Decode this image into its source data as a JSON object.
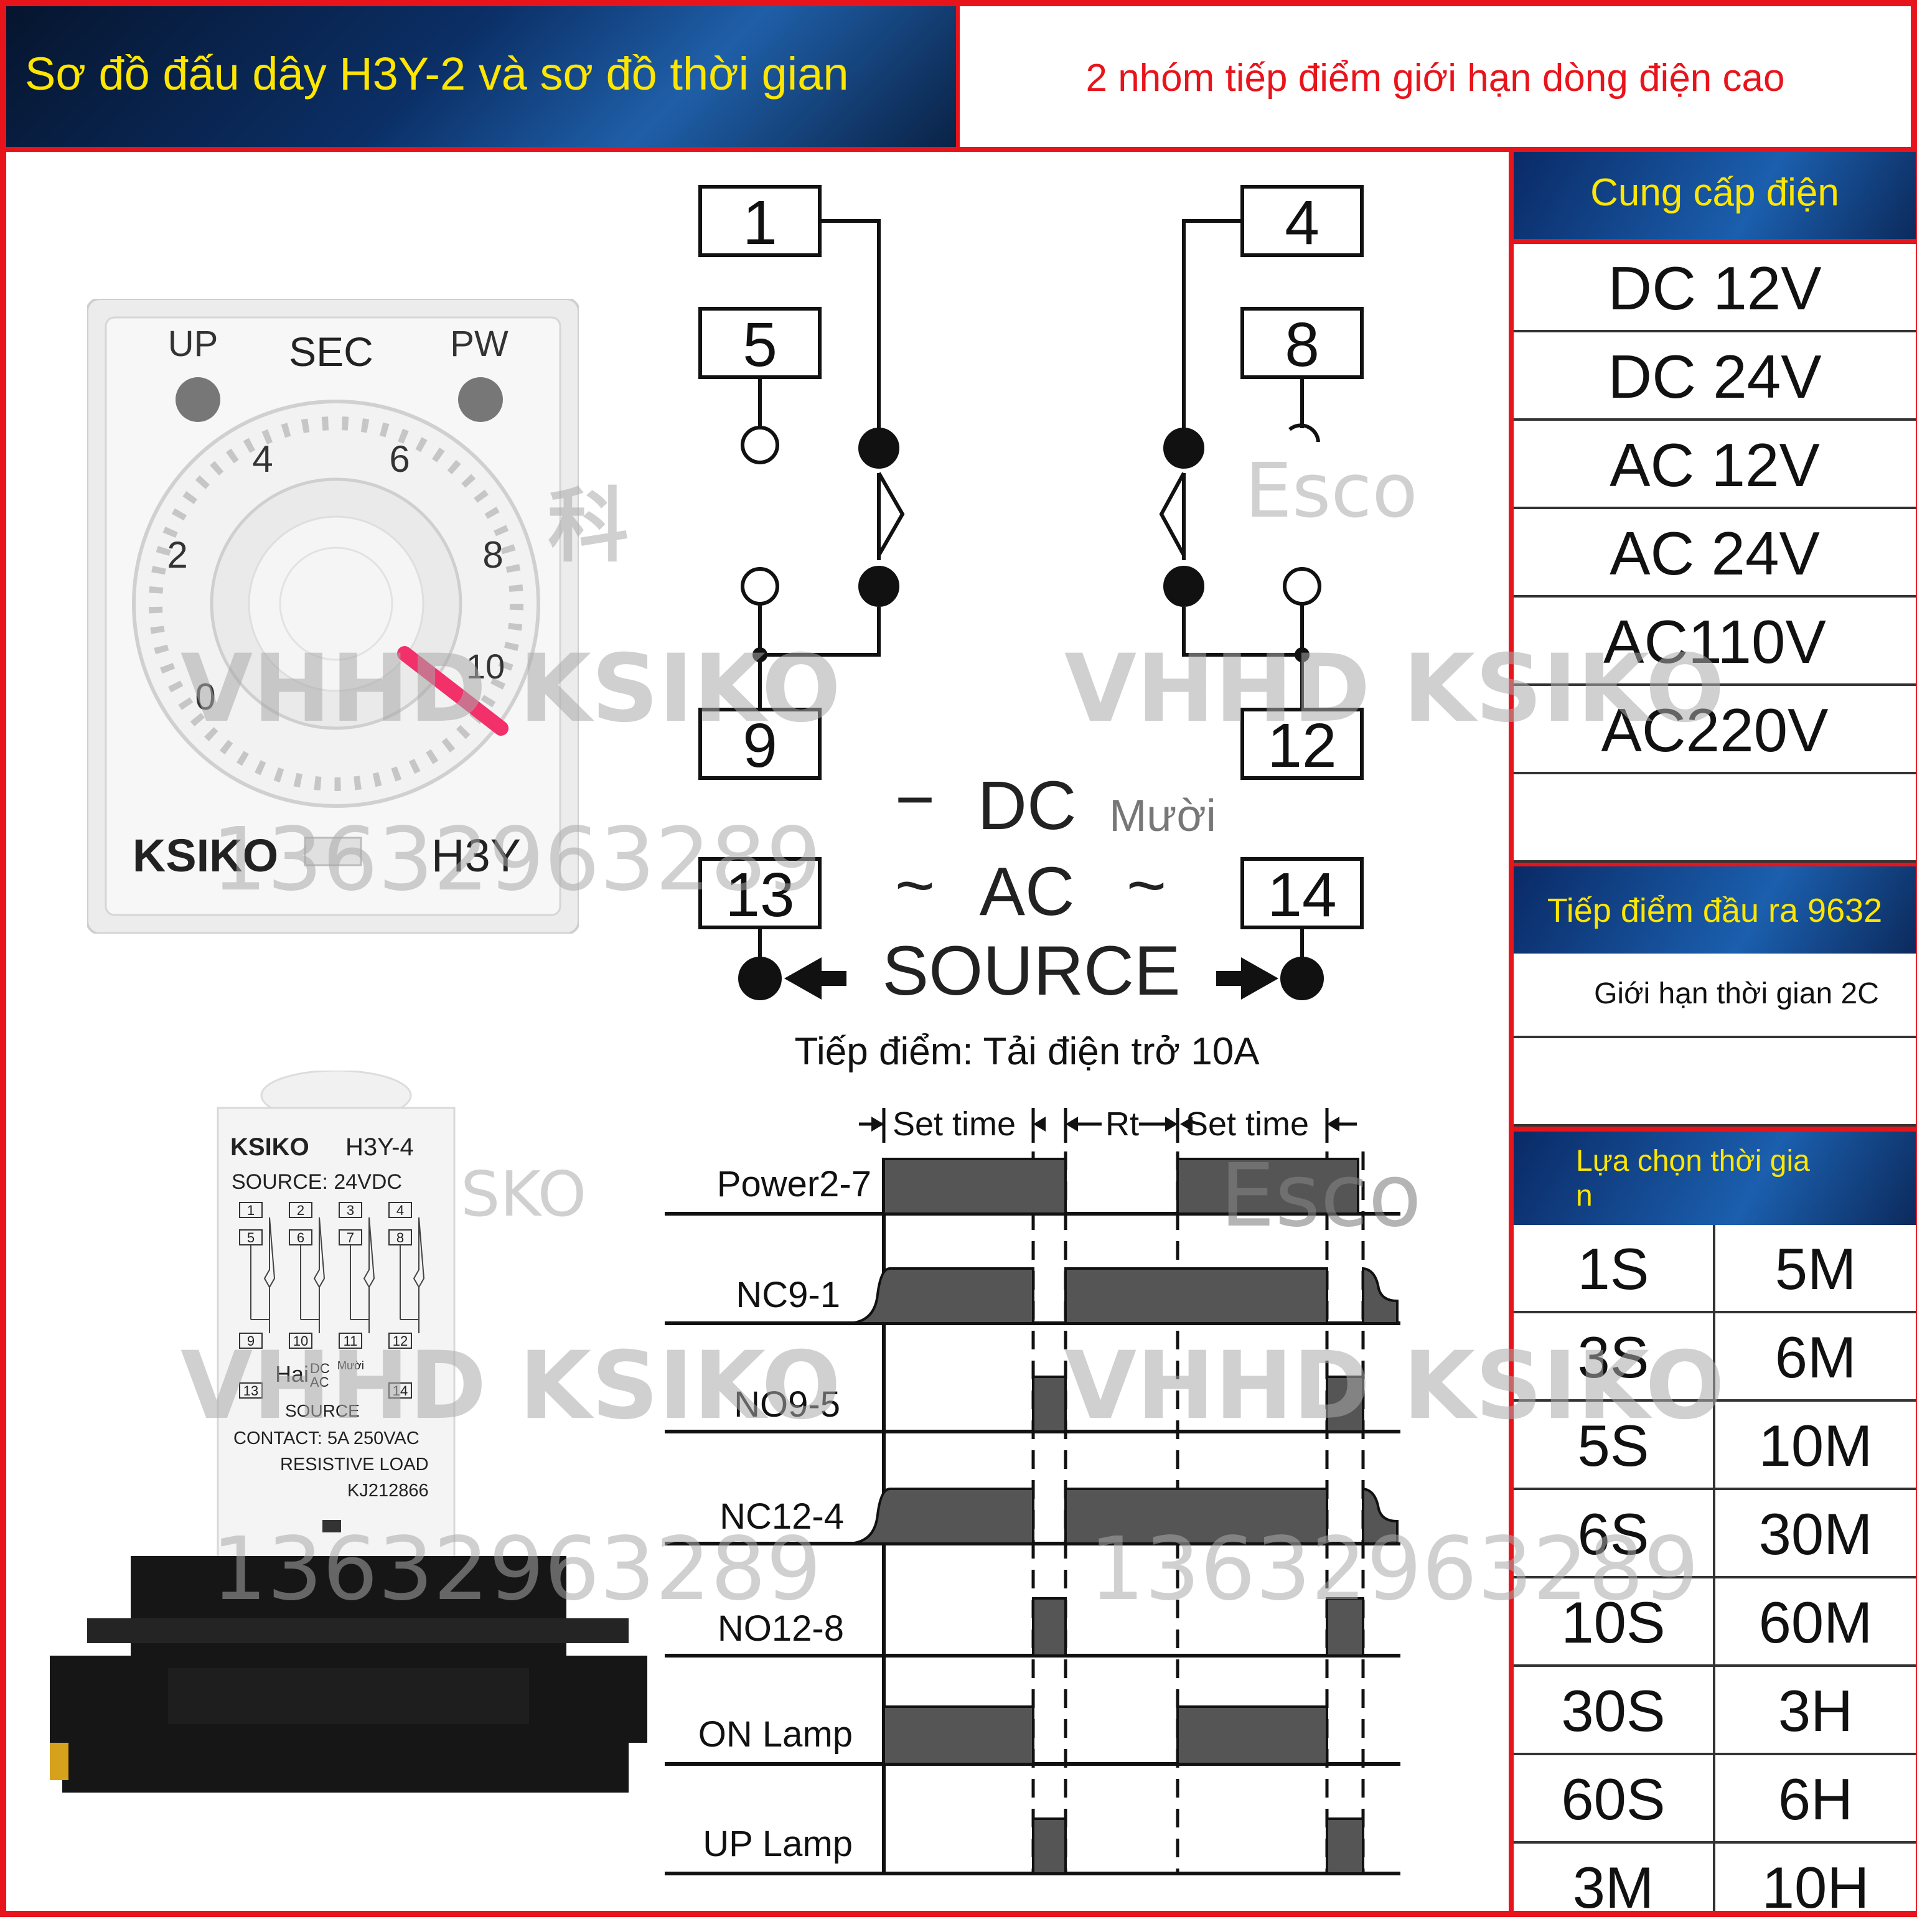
{
  "header": {
    "left_title": "Sơ đồ đấu dây H3Y-2 và sơ đồ thời gian",
    "right_title": "2 nhóm tiếp điểm giới hạn dòng điện cao"
  },
  "relay_front": {
    "up": "UP",
    "sec": "SEC",
    "pw": "PW",
    "dial": [
      "0",
      "2",
      "4",
      "6",
      "8",
      "10"
    ],
    "brand": "KSIKO",
    "model": "H3Y"
  },
  "relay_side": {
    "brand": "KSIKO",
    "model": "H3Y-4",
    "source": "SOURCE: 24VDC",
    "top_pins": [
      "1",
      "2",
      "3",
      "4"
    ],
    "mid_pins": [
      "5",
      "6",
      "7",
      "8"
    ],
    "bottom_pins": [
      "9",
      "10",
      "11",
      "12"
    ],
    "pin13": "13",
    "pin14": "14",
    "hai": "Hai",
    "dc": "DC",
    "ac": "AC",
    "muoi": "Mười",
    "source_small": "SOURCE",
    "contact": "CONTACT: 5A 250VAC",
    "load": "RESISTIVE LOAD",
    "code": "KJ212866"
  },
  "wiring": {
    "pins": [
      "1",
      "5",
      "9",
      "4",
      "8",
      "12",
      "13",
      "14"
    ],
    "dc": "DC",
    "dc_sign": "−",
    "muoi": "Mười",
    "ac": "AC",
    "tilde": "~",
    "source": "SOURCE",
    "contact_note": "Tiếp điểm: Tải điện trở 10A"
  },
  "timing": {
    "set_time": "Set time",
    "rt": "Rt",
    "rows": [
      "Power2-7",
      "NC9-1",
      "NO9-5",
      "NC12-4",
      "NO12-8",
      "ON Lamp",
      "UP Lamp"
    ]
  },
  "power_supply": {
    "title": "Cung cấp điện",
    "items": [
      "DC 12V",
      "DC 24V",
      "AC 12V",
      "AC 24V",
      "AC110V",
      "AC220V"
    ]
  },
  "output_contact": {
    "title": "Tiếp điểm đầu ra 9632",
    "note": "Giới hạn thời gian 2C"
  },
  "time_selection": {
    "title_l1": "Lựa chọn thời gia",
    "title_l2": "n",
    "left": [
      "1S",
      "3S",
      "5S",
      "6S",
      "10S",
      "30S",
      "60S",
      "3M"
    ],
    "right": [
      "5M",
      "6M",
      "10M",
      "30M",
      "60M",
      "3H",
      "6H",
      "10H"
    ]
  },
  "watermarks": [
    "VHHD KSIKO",
    "13632963289",
    "Esco",
    "SKO",
    "科"
  ]
}
